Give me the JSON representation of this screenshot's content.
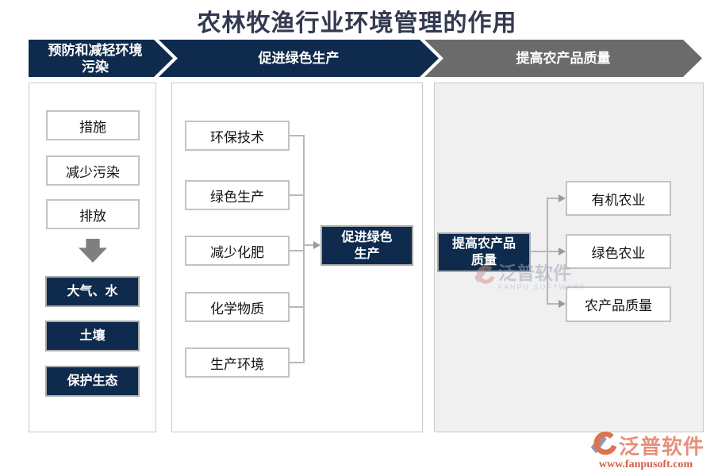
{
  "title": "农林牧渔行业环境管理的作用",
  "colors": {
    "navy": "#0e2b4e",
    "arrow_gray": "#6b6b6b",
    "panel_gray": "#f0f0f0",
    "connector": "#b8b8b8",
    "brand_salmon": "#e8907b",
    "brand_coral": "#d4604a"
  },
  "pipeline": {
    "step1": "预防和减轻环境污染",
    "step2": "促进绿色生产",
    "step3": "提高农产品质量"
  },
  "prevention": {
    "box1": "措施",
    "box2": "减少污染",
    "box3": "排放",
    "result1": "大气、水",
    "result2": "土壤",
    "result3": "保护生态"
  },
  "green_production": {
    "source1": "环保技术",
    "source2": "绿色生产",
    "source3": "减少化肥",
    "source4": "化学物质",
    "source5": "生产环境",
    "target": "促进绿色生产"
  },
  "quality": {
    "source": "提高农产品质量",
    "target1": "有机农业",
    "target2": "绿色农业",
    "target3": "农产品质量"
  },
  "watermark": {
    "brand": "泛普软件",
    "subtitle": "FANPU SOFTWARE"
  },
  "logo": {
    "brand": "泛普软件",
    "website": "www.fanpusoft.com"
  }
}
